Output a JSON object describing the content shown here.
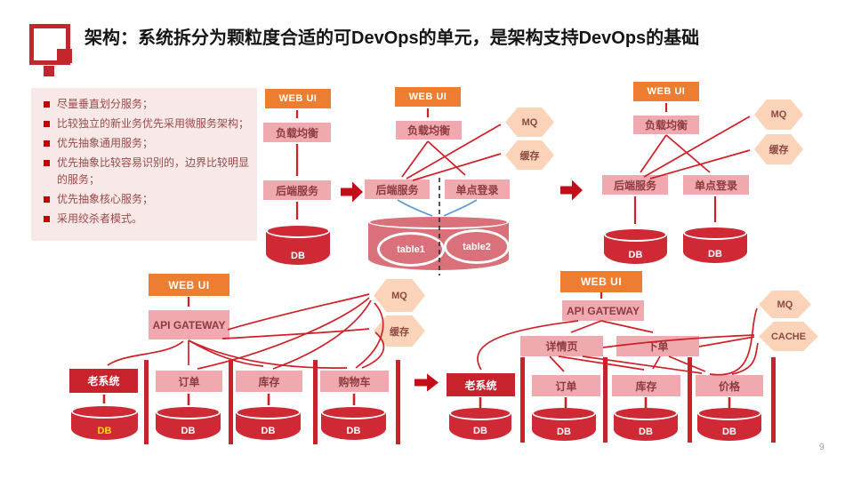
{
  "title": "架构：系统拆分为颗粒度合适的可DevOps的单元，是架构支持DevOps的基础",
  "page_number": "9",
  "sidebar": {
    "bullets": [
      "尽量垂直划分服务；",
      "比较独立的新业务优先采用微服务架构；",
      "优先抽象通用服务；",
      "优先抽象比较容易识别的，边界比较明显的服务；",
      "优先抽象核心服务；",
      "采用绞杀者模式。"
    ]
  },
  "colors": {
    "accent_red": "#C8232C",
    "orange": "#ED7D31",
    "pink": "#EFA9AF",
    "peach_hexagon": "#FAD3B9",
    "arrow_red": "#CF1F27",
    "arrow_blue": "#5B9BD5",
    "panel_bg": "#F8E8E8",
    "legacy_db_label": "#FFE100"
  },
  "d1": {
    "web_ui": "WEB UI",
    "load_balancer": "负载均衡",
    "backend": "后端服务",
    "db": "DB"
  },
  "d2": {
    "web_ui": "WEB UI",
    "load_balancer": "负载均衡",
    "mq": "MQ",
    "cache": "缓存",
    "backend": "后端服务",
    "sso": "单点登录",
    "table1": "table1",
    "table2": "table2"
  },
  "d3": {
    "web_ui": "WEB UI",
    "load_balancer": "负载均衡",
    "mq": "MQ",
    "cache": "缓存",
    "backend": "后端服务",
    "sso": "单点登录",
    "db": "DB"
  },
  "d4": {
    "web_ui": "WEB UI",
    "gateway": "API GATEWAY",
    "mq": "MQ",
    "cache": "缓存",
    "legacy": "老系统",
    "order": "订单",
    "inventory": "库存",
    "cart": "购物车",
    "db": "DB"
  },
  "d5": {
    "web_ui": "WEB UI",
    "gateway": "API GATEWAY",
    "mq": "MQ",
    "cache": "CACHE",
    "legacy": "老系统",
    "detail_page": "详情页",
    "place_order": "下单",
    "order": "订单",
    "inventory": "库存",
    "price": "价格",
    "db": "DB"
  }
}
